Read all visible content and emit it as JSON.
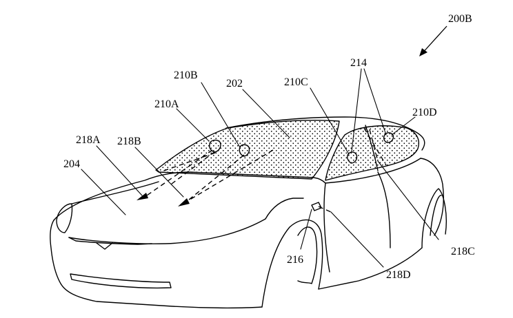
{
  "figure": {
    "figure_ref": "200B",
    "labels": {
      "windshield": "202",
      "hood": "204",
      "sensor_a": "210A",
      "sensor_b": "210B",
      "sensor_c": "210C",
      "sensor_d": "210D",
      "side_window_sensors": "214",
      "charge_port": "216",
      "beam_a": "218A",
      "beam_b": "218B",
      "beam_c": "218C",
      "beam_d": "218D"
    }
  }
}
